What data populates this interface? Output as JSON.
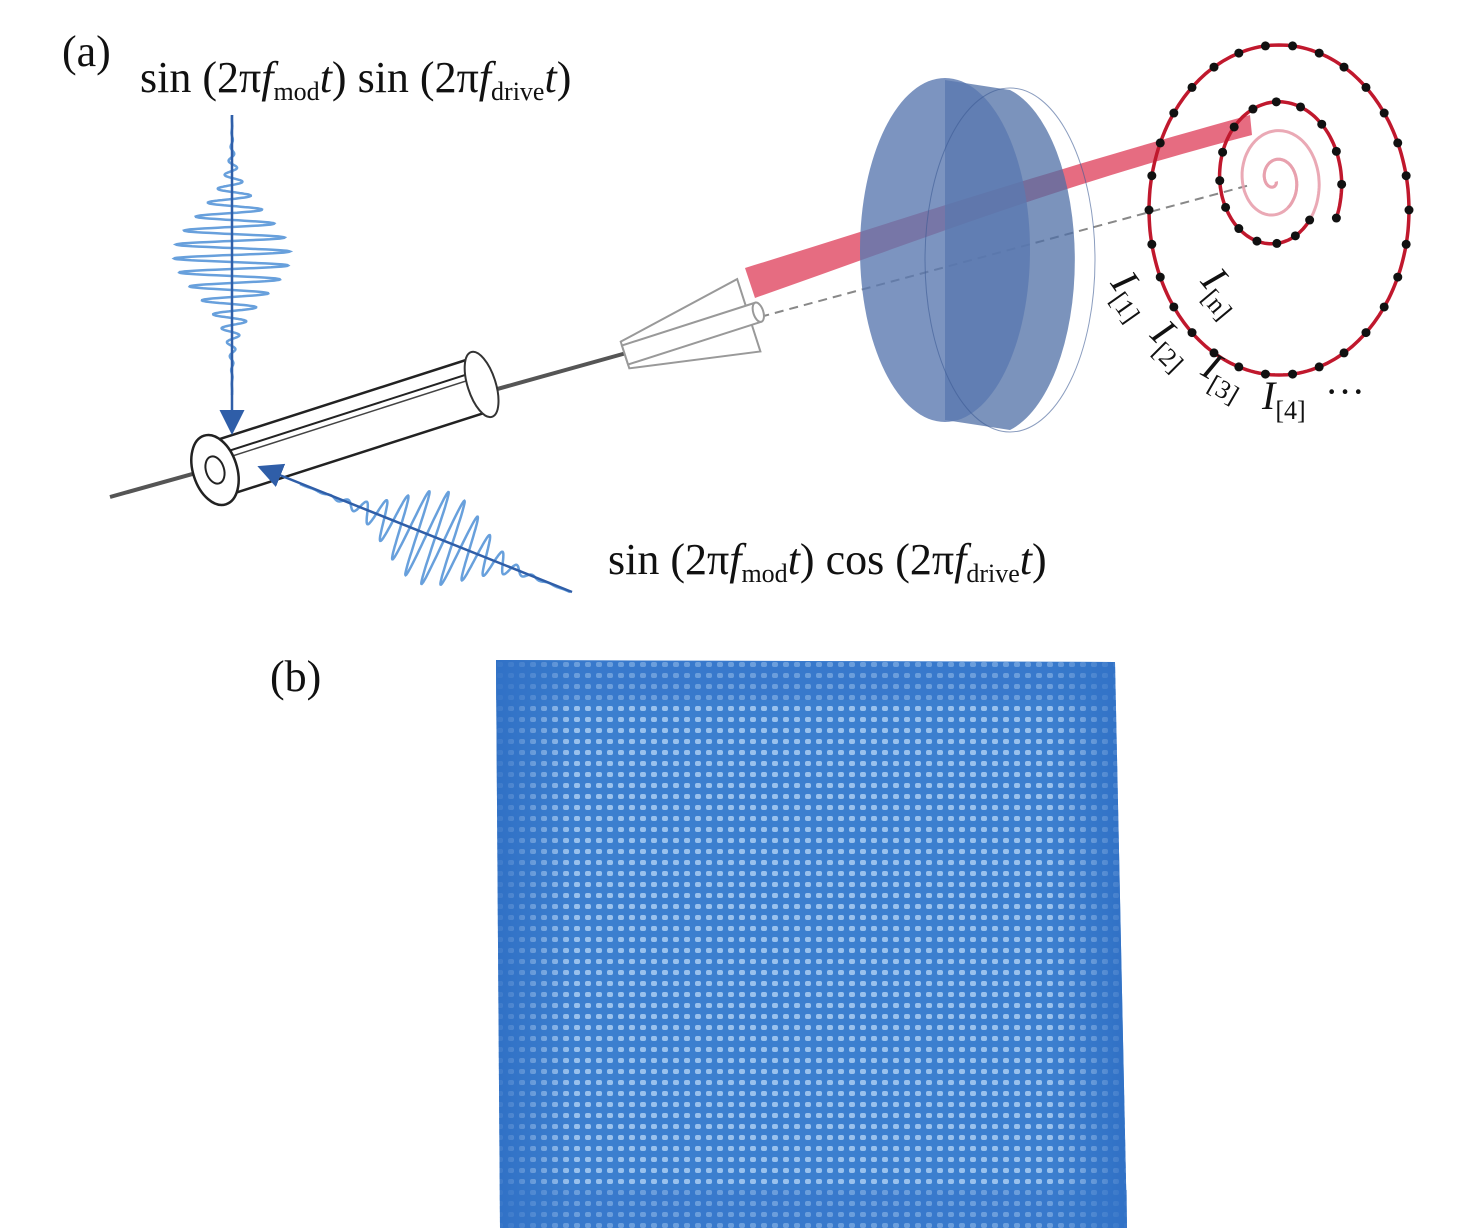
{
  "panel_a": {
    "label": "(a)",
    "top_signal": {
      "pre": "sin (2π",
      "f": "f",
      "sub1": "mod",
      "mid": ") sin (2π",
      "sub2": "drive",
      "t": "t",
      "close": ")"
    },
    "bottom_signal": {
      "pre": "sin (2π",
      "f": "f",
      "sub1": "mod",
      "mid": ") cos (2π",
      "sub2": "drive",
      "t": "t",
      "close": ")"
    },
    "intensity_labels": [
      {
        "symbol": "I",
        "index": "[1]"
      },
      {
        "symbol": "I",
        "index": "[2]"
      },
      {
        "symbol": "I",
        "index": "[3]"
      },
      {
        "symbol": "I",
        "index": "[4]"
      }
    ],
    "ellipsis": "···",
    "last_label": {
      "symbol": "I",
      "index": "[n]"
    }
  },
  "panel_b": {
    "label": "(b)"
  },
  "colors": {
    "wave": "#4d8fd6",
    "arrow": "#2f5ea8",
    "beam": "#e2586f",
    "spiral": "#c0182d",
    "lens": "#4f6fa6",
    "mesh": "#3a7ccc"
  }
}
